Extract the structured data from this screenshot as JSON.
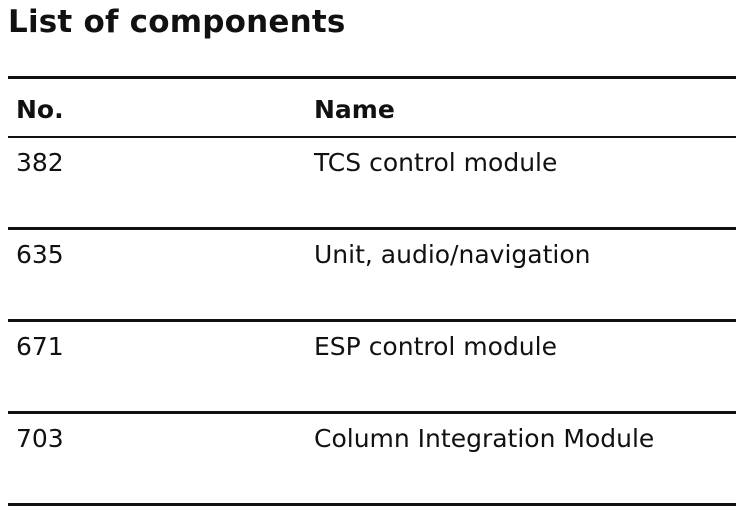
{
  "title": "List of components",
  "table": {
    "headers": {
      "no": "No.",
      "name": "Name"
    },
    "rows": [
      {
        "no": "382",
        "name": "TCS control module"
      },
      {
        "no": "635",
        "name": "Unit, audio/navigation"
      },
      {
        "no": "671",
        "name": "ESP control module"
      },
      {
        "no": "703",
        "name": "Column Integration Module"
      }
    ]
  }
}
